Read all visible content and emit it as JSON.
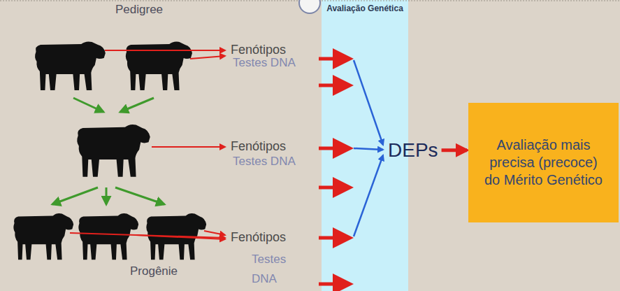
{
  "diagram": {
    "nodes": [
      {
        "text": [
          "Avaliação Genética"
        ]
      },
      {
        "text": [
          "DEPs"
        ]
      },
      {
        "text": [
          "Avaliação mais precisa (precoce) do Mérito Genético"
        ]
      }
    ],
    "edges": [
      {
        "from": 1,
        "to": 2,
        "arrow": "to"
      }
    ],
    "labels": [
      "Pedigree",
      "Fenótipos",
      "Testes DNA",
      "Fenótipos",
      "Testes DNA",
      "Fenótipos",
      "Testes DNA",
      "Progênie"
    ]
  }
}
